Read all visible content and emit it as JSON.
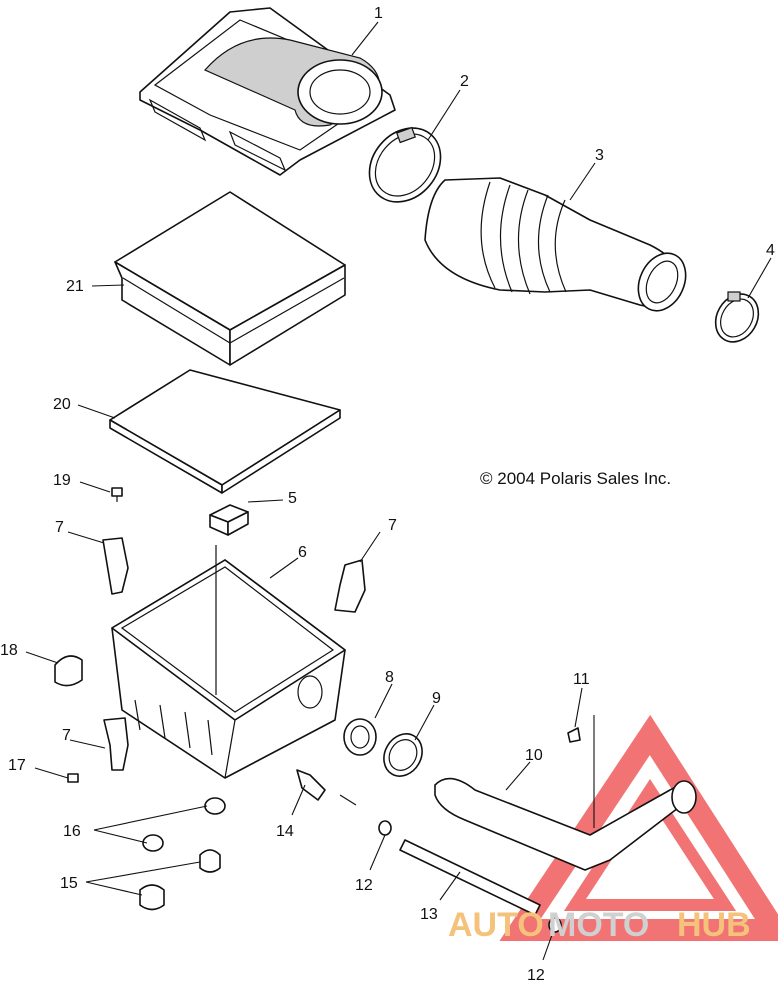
{
  "copyright": "© 2004 Polaris Sales Inc.",
  "watermark": {
    "part1": "AUTO",
    "part2": "MOTO",
    "part3": "HUB",
    "color_accent": "#f05a5a",
    "color_orange": "#f4c27a",
    "color_gray": "#d0d0d0"
  },
  "callouts": {
    "c1": "1",
    "c2": "2",
    "c3": "3",
    "c4": "4",
    "c5": "5",
    "c6": "6",
    "c7a": "7",
    "c7b": "7",
    "c7c": "7",
    "c8": "8",
    "c9": "9",
    "c10": "10",
    "c11": "11",
    "c12a": "12",
    "c12b": "12",
    "c13": "13",
    "c14": "14",
    "c15": "15",
    "c16": "16",
    "c17": "17",
    "c18": "18",
    "c19": "19",
    "c20": "20",
    "c21": "21"
  }
}
